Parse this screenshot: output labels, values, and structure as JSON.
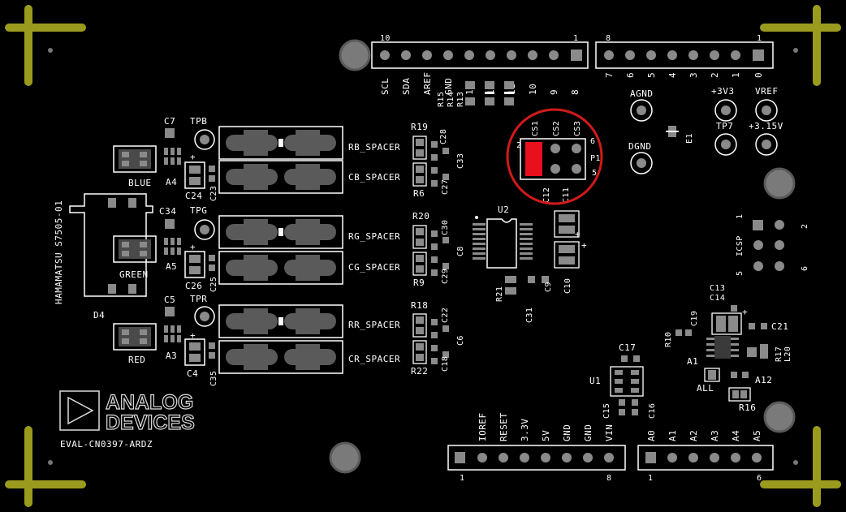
{
  "board": {
    "name": "EVAL-CN0397-ARDZ",
    "logo_line1": "ANALOG",
    "logo_line2": "DEVICES",
    "photodiode_ref": "D4",
    "photodiode_part": "HAMAMATSU S7505-01",
    "photodiode_colors": [
      "BLUE",
      "GREEN",
      "RED"
    ]
  },
  "colors": {
    "background": "#000000",
    "silkscreen": "#ffffff",
    "pad": "#8a8a8a",
    "component": "#4a4a4a",
    "mounting_hole": "#7a7a7a",
    "corner_mark": "#9a9a1f",
    "highlight_circle": "#d11a1a",
    "highlight_pad": "#e8101c"
  },
  "headers": {
    "top_left": {
      "pin_first": "10",
      "pin_last": "1",
      "signals": [
        "SCL",
        "SDA",
        "AREF",
        "GND",
        "13",
        "12",
        "11",
        "10",
        "9",
        "8"
      ]
    },
    "top_right": {
      "pin_first": "8",
      "pin_last": "1",
      "signals": [
        "7",
        "6",
        "5",
        "4",
        "3",
        "2",
        "1",
        "0"
      ]
    },
    "bottom_left": {
      "pin_first": "1",
      "pin_last": "8",
      "signals": [
        "IOREF",
        "RESET",
        "3.3V",
        "5V",
        "GND",
        "GND",
        "VIN"
      ]
    },
    "bottom_right": {
      "pin_first": "1",
      "pin_last": "6",
      "signals": [
        "A0",
        "A1",
        "A2",
        "A3",
        "A4",
        "A5"
      ]
    }
  },
  "test_points": {
    "tpb": "TPB",
    "tpg": "TPG",
    "tpr": "TPR",
    "tp7": "TP7",
    "agnd": "AGND",
    "dgnd": "DGND",
    "v33": "+3V3",
    "vref": "VREF",
    "v315": "+3.15V"
  },
  "spacers": [
    "RB_SPACER",
    "CB_SPACER",
    "RG_SPACER",
    "CG_SPACER",
    "RR_SPACER",
    "CR_SPACER"
  ],
  "jumper": {
    "ref": "P1",
    "pin_left": "2",
    "pin_right_top": "6",
    "pin_right_bottom": "5",
    "cs": [
      "CS1",
      "CS2",
      "CS3"
    ],
    "caps": [
      "C12",
      "C11"
    ]
  },
  "icsp": {
    "ref": "ICSP",
    "pin1": "1",
    "pin2": "2",
    "pin5": "5",
    "pin6": "6"
  },
  "refdes": {
    "r15": "R15",
    "r14": "R14",
    "r13": "R13",
    "r19": "R19",
    "r6": "R6",
    "r20": "R20",
    "r9": "R9",
    "r18": "R18",
    "r22": "R22",
    "c28": "C28",
    "c33": "C33",
    "c27": "C27",
    "c30": "C30",
    "c8": "C8",
    "c29": "C29",
    "c22": "C22",
    "c6": "C6",
    "c18": "C18",
    "c7": "C7",
    "c34": "C34",
    "c5": "C5",
    "a4": "A4",
    "a5": "A5",
    "a3": "A3",
    "c24": "C24",
    "c23": "C23",
    "c26": "C26",
    "c25": "C25",
    "c4": "C4",
    "c35": "C35",
    "u2": "U2",
    "r21": "R21",
    "c31": "C31",
    "c9": "C9",
    "c10": "C10",
    "e1": "E1",
    "c13": "C13",
    "c14": "C14",
    "c19": "C19",
    "r10": "R10",
    "a1": "A1",
    "all": "ALL",
    "c21": "C21",
    "r17": "R17",
    "l20": "L20",
    "a12": "A12",
    "r16": "R16",
    "c17": "C17",
    "u1": "U1",
    "c15": "C15",
    "c16": "C16"
  }
}
